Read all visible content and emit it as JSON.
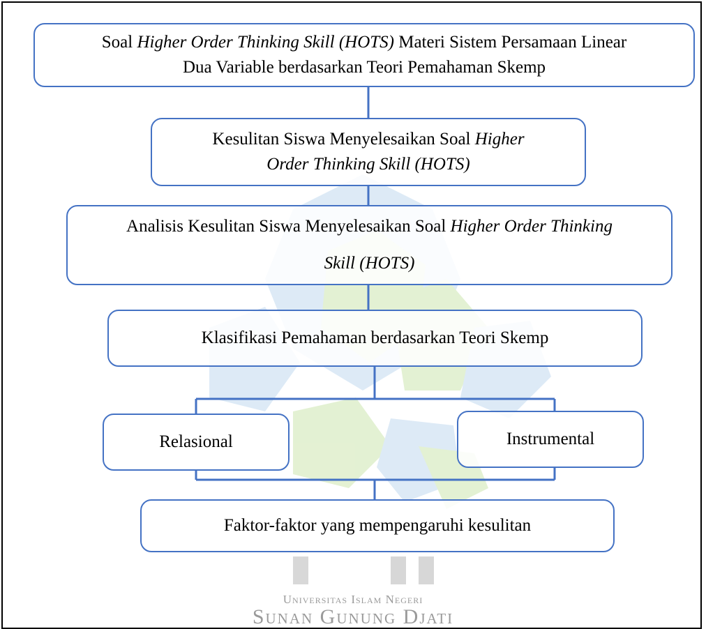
{
  "watermark": {
    "line1": "Universitas Islam Negeri",
    "line2": "Sunan Gunung Djati"
  },
  "colors": {
    "box_border": "#4472c4",
    "connector": "#4472c4",
    "frame": "#000000",
    "watermark_logo": "#a8c8e8",
    "watermark_green": "#b6d98a"
  },
  "nodes": {
    "n1": {
      "l1_a": "Soal ",
      "l1_b": "Higher Order Thinking Skill (HOTS)",
      "l1_c": " Materi Sistem Persamaan Linear",
      "l2": "Dua Variable berdasarkan Teori Pemahaman Skemp"
    },
    "n2": {
      "l1_a": "Kesulitan Siswa Menyelesaikan Soal ",
      "l1_b": "Higher",
      "l2": "Order Thinking Skill (HOTS)"
    },
    "n3": {
      "l1_a": "Analisis Kesulitan Siswa Menyelesaikan Soal ",
      "l1_b": "Higher Order Thinking",
      "l2": "Skill (HOTS)"
    },
    "n4": {
      "text": "Klasifikasi Pemahaman berdasarkan Teori Skemp"
    },
    "n5": {
      "text": "Relasional"
    },
    "n6": {
      "text": "Instrumental"
    },
    "n7": {
      "text": "Faktor-faktor yang mempengaruhi kesulitan"
    }
  },
  "edges": [
    {
      "from": "n1",
      "to": "n2"
    },
    {
      "from": "n2",
      "to": "n3"
    },
    {
      "from": "n3",
      "to": "n4"
    },
    {
      "from": "n4",
      "to": "n5"
    },
    {
      "from": "n4",
      "to": "n6"
    },
    {
      "from": "n5",
      "to": "n7"
    },
    {
      "from": "n6",
      "to": "n7"
    }
  ]
}
